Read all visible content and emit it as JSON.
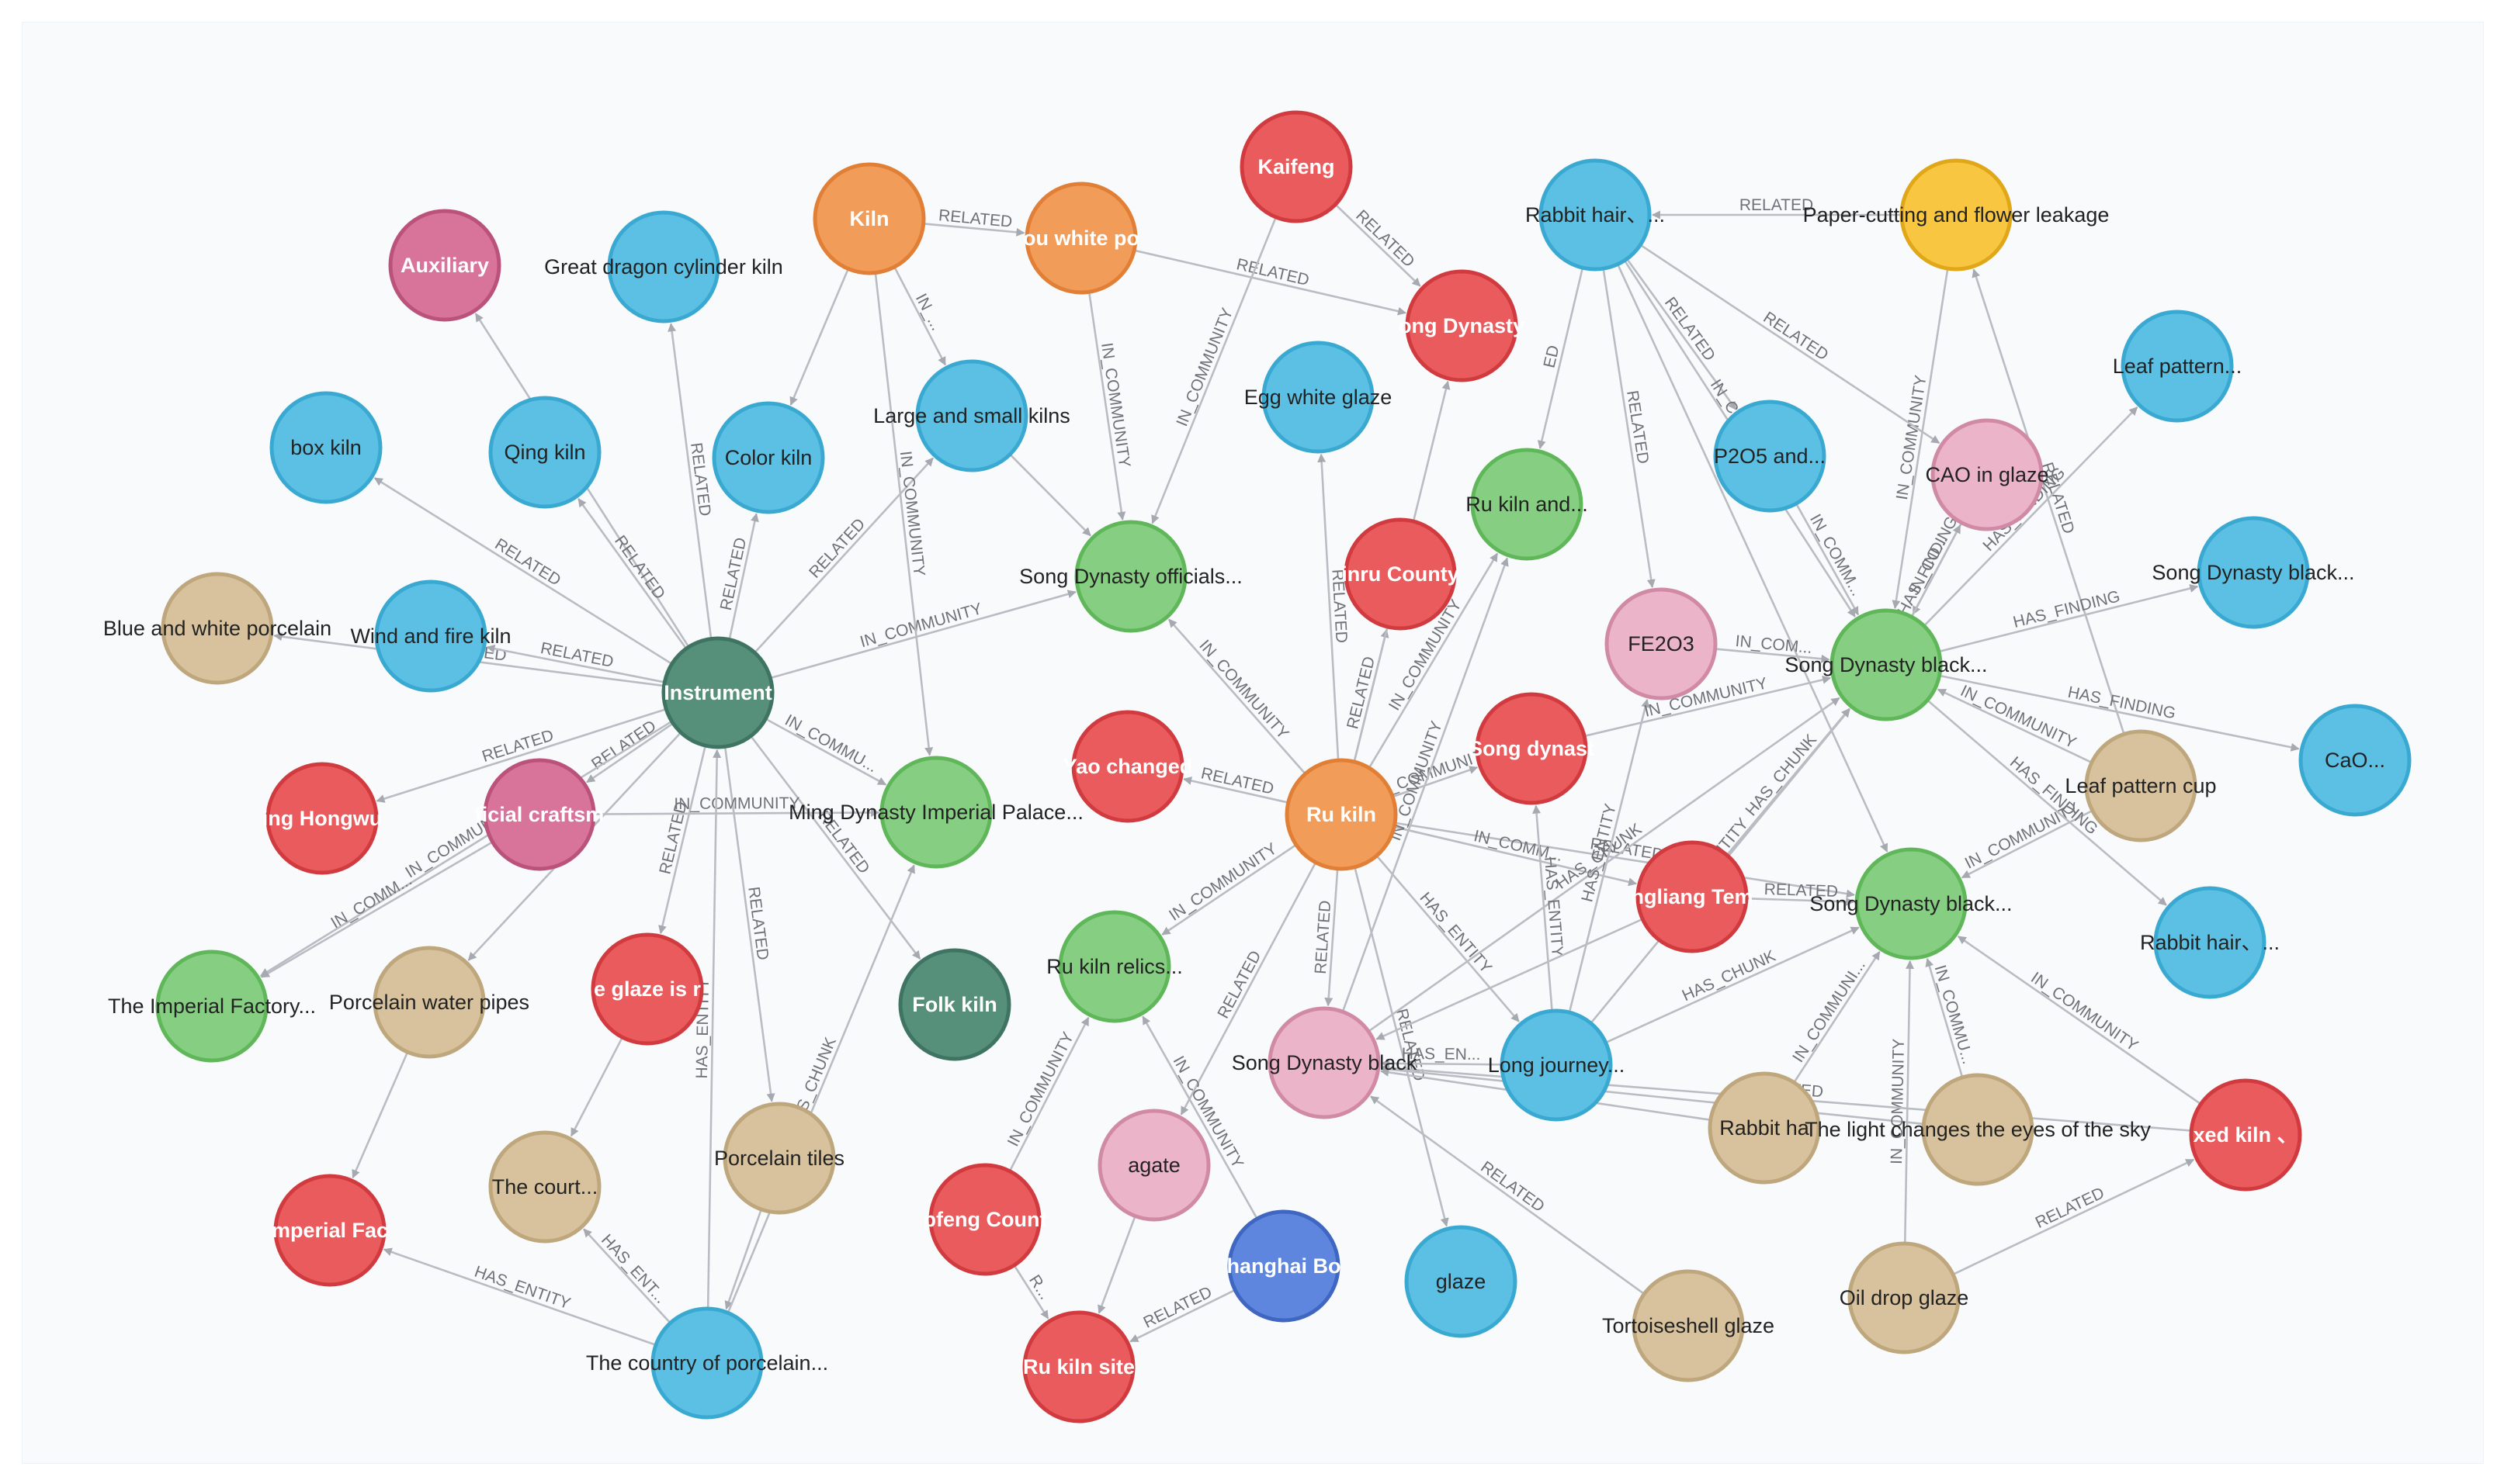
{
  "colors": {
    "red": {
      "fill": "#ea5b5d",
      "stroke": "#d13b3f"
    },
    "blue": {
      "fill": "#5bc0e3",
      "stroke": "#3aa9d2"
    },
    "green": {
      "fill": "#86cf82",
      "stroke": "#5fb75a"
    },
    "tan": {
      "fill": "#d8c29d",
      "stroke": "#bea67d"
    },
    "orange": {
      "fill": "#f29c5a",
      "stroke": "#e07f35"
    },
    "pink": {
      "fill": "#ecb4c8",
      "stroke": "#d18aa4"
    },
    "magenta": {
      "fill": "#d8739a",
      "stroke": "#bb527b"
    },
    "darkgreen": {
      "fill": "#57907a",
      "stroke": "#3f7462"
    },
    "yellow": {
      "fill": "#f8c640",
      "stroke": "#e0a818"
    },
    "navy": {
      "fill": "#5e86de",
      "stroke": "#3f67c2"
    }
  },
  "nodes": [
    {
      "id": "instrument",
      "label": "Instrument",
      "color": "darkgreen",
      "label_inside": true
    },
    {
      "id": "auxiliary",
      "label": "Auxiliary",
      "color": "magenta",
      "label_inside": true
    },
    {
      "id": "great_dragon",
      "label": "Great dragon cylinder kiln",
      "color": "blue",
      "label_inside": false
    },
    {
      "id": "box_kiln",
      "label": "box kiln",
      "color": "blue",
      "label_inside": false
    },
    {
      "id": "qing_kiln",
      "label": "Qing kiln",
      "color": "blue",
      "label_inside": false
    },
    {
      "id": "color_kiln",
      "label": "Color kiln",
      "color": "blue",
      "label_inside": false
    },
    {
      "id": "kiln",
      "label": "Kiln",
      "color": "orange",
      "label_inside": true
    },
    {
      "id": "ou_white",
      "label": "ou white po",
      "color": "orange",
      "label_inside": true
    },
    {
      "id": "large_small",
      "label": "Large and small kilns",
      "color": "blue",
      "label_inside": false
    },
    {
      "id": "blue_white",
      "label": "Blue and white porcelain",
      "color": "tan",
      "label_inside": false
    },
    {
      "id": "wind_fire",
      "label": "Wind and fire kiln",
      "color": "blue",
      "label_inside": false
    },
    {
      "id": "hongwu",
      "label": "ing Hongwu",
      "color": "red",
      "label_inside": true
    },
    {
      "id": "official_crafts",
      "label": "ficial craftsm",
      "color": "magenta",
      "label_inside": true
    },
    {
      "id": "imperial_factory",
      "label": "The Imperial Factory...",
      "color": "green",
      "label_inside": false
    },
    {
      "id": "water_pipes",
      "label": "Porcelain water pipes",
      "color": "tan",
      "label_inside": false
    },
    {
      "id": "glaze_is",
      "label": "e glaze is r",
      "color": "red",
      "label_inside": true
    },
    {
      "id": "ming_palace",
      "label": "Ming Dynasty Imperial Palace...",
      "color": "green",
      "label_inside": false
    },
    {
      "id": "folk_kiln",
      "label": "Folk kiln",
      "color": "darkgreen",
      "label_inside": true
    },
    {
      "id": "the_court",
      "label": "The court...",
      "color": "tan",
      "label_inside": false
    },
    {
      "id": "porcelain_tiles",
      "label": "Porcelain tiles",
      "color": "tan",
      "label_inside": false
    },
    {
      "id": "imperial_fac",
      "label": "mperial Fac",
      "color": "red",
      "label_inside": true
    },
    {
      "id": "country_porcelain",
      "label": "The country of porcelain...",
      "color": "blue",
      "label_inside": false
    },
    {
      "id": "kaifeng",
      "label": "Kaifeng",
      "color": "red",
      "label_inside": true
    },
    {
      "id": "song_dynasty_red",
      "label": "ong Dynasty",
      "color": "red",
      "label_inside": true
    },
    {
      "id": "egg_white",
      "label": "Egg white glaze",
      "color": "blue",
      "label_inside": false
    },
    {
      "id": "song_officials",
      "label": "Song Dynasty officials...",
      "color": "green",
      "label_inside": false
    },
    {
      "id": "linru_county",
      "label": "inru County",
      "color": "red",
      "label_inside": true
    },
    {
      "id": "ru_kiln_and",
      "label": "Ru kiln and...",
      "color": "green",
      "label_inside": false
    },
    {
      "id": "yao_changed",
      "label": "Yao changed",
      "color": "red",
      "label_inside": true
    },
    {
      "id": "ru_kiln",
      "label": "Ru kiln",
      "color": "orange",
      "label_inside": true
    },
    {
      "id": "song_dynast_red2",
      "label": "Song dynast",
      "color": "red",
      "label_inside": true
    },
    {
      "id": "ru_relics",
      "label": "Ru kiln relics...",
      "color": "green",
      "label_inside": false
    },
    {
      "id": "agate",
      "label": "agate",
      "color": "pink",
      "label_inside": false
    },
    {
      "id": "jiafeng_county",
      "label": "pfeng Count",
      "color": "red",
      "label_inside": true
    },
    {
      "id": "ru_kiln_site",
      "label": "Ru kiln site",
      "color": "red",
      "label_inside": true
    },
    {
      "id": "shanghai",
      "label": "hanghai Bo",
      "color": "navy",
      "label_inside": true
    },
    {
      "id": "song_black_pink",
      "label": "Song Dynasty black",
      "color": "pink",
      "label_inside": false
    },
    {
      "id": "long_journey",
      "label": "Long journey...",
      "color": "blue",
      "label_inside": false
    },
    {
      "id": "glaze",
      "label": "glaze",
      "color": "blue",
      "label_inside": false
    },
    {
      "id": "rabbit_hair_tan",
      "label": "Rabbit ha",
      "color": "tan",
      "label_inside": false
    },
    {
      "id": "light_changes",
      "label": "The light changes the eyes of the sky",
      "color": "tan",
      "label_inside": false
    },
    {
      "id": "tortoiseshell",
      "label": "Tortoiseshell glaze",
      "color": "tan",
      "label_inside": false
    },
    {
      "id": "oil_drop",
      "label": "Oil drop glaze",
      "color": "tan",
      "label_inside": false
    },
    {
      "id": "mixed_kiln",
      "label": "xed kiln 、",
      "color": "red",
      "label_inside": true
    },
    {
      "id": "rabbit_hair1",
      "label": "Rabbit hair、...",
      "color": "blue",
      "label_inside": false
    },
    {
      "id": "paper_cutting",
      "label": "Paper-cutting and flower leakage",
      "color": "yellow",
      "label_inside": false
    },
    {
      "id": "leaf_pattern1",
      "label": "Leaf pattern...",
      "color": "blue",
      "label_inside": false
    },
    {
      "id": "p2o5",
      "label": "P2O5 and...",
      "color": "blue",
      "label_inside": false
    },
    {
      "id": "cao_glaze",
      "label": "CAO in glaze",
      "color": "pink",
      "label_inside": false
    },
    {
      "id": "fe2o3",
      "label": "FE2O3",
      "color": "pink",
      "label_inside": false
    },
    {
      "id": "song_black_green1",
      "label": "Song Dynasty black...",
      "color": "green",
      "label_inside": false
    },
    {
      "id": "song_black_blue",
      "label": "Song Dynasty black...",
      "color": "blue",
      "label_inside": false
    },
    {
      "id": "cao2",
      "label": "CaO...",
      "color": "blue",
      "label_inside": false
    },
    {
      "id": "leaf_cup",
      "label": "Leaf pattern cup",
      "color": "tan",
      "label_inside": false
    },
    {
      "id": "jingliang",
      "label": "ngliang Tem",
      "color": "red",
      "label_inside": true
    },
    {
      "id": "song_black_green2",
      "label": "Song Dynasty black...",
      "color": "green",
      "label_inside": false
    },
    {
      "id": "rabbit_hair2",
      "label": "Rabbit hair、...",
      "color": "blue",
      "label_inside": false
    }
  ],
  "edges": [
    {
      "from": "instrument",
      "to": "auxiliary",
      "label": ""
    },
    {
      "from": "instrument",
      "to": "great_dragon",
      "label": "RELATED"
    },
    {
      "from": "instrument",
      "to": "box_kiln",
      "label": "RELATED"
    },
    {
      "from": "instrument",
      "to": "qing_kiln",
      "label": "RELATED"
    },
    {
      "from": "instrument",
      "to": "color_kiln",
      "label": "RELATED"
    },
    {
      "from": "instrument",
      "to": "large_small",
      "label": "RELATED"
    },
    {
      "from": "instrument",
      "to": "blue_white",
      "label": "RELATED"
    },
    {
      "from": "instrument",
      "to": "wind_fire",
      "label": "RELATED"
    },
    {
      "from": "instrument",
      "to": "hongwu",
      "label": "RELATED"
    },
    {
      "from": "instrument",
      "to": "official_crafts",
      "label": "RELATED"
    },
    {
      "from": "instrument",
      "to": "imperial_factory",
      "label": "IN_COMMUNITY"
    },
    {
      "from": "instrument",
      "to": "water_pipes",
      "label": "RELATED"
    },
    {
      "from": "instrument",
      "to": "glaze_is",
      "label": "RELATED"
    },
    {
      "from": "instrument",
      "to": "ming_palace",
      "label": "IN_COMMU..."
    },
    {
      "from": "instrument",
      "to": "folk_kiln",
      "label": "RELATED"
    },
    {
      "from": "instrument",
      "to": "porcelain_tiles",
      "label": "RELATED"
    },
    {
      "from": "instrument",
      "to": "song_officials",
      "label": "IN_COMMUNITY"
    },
    {
      "from": "official_crafts",
      "to": "ming_palace",
      "label": "IN_COMMUNITY"
    },
    {
      "from": "official_crafts",
      "to": "imperial_factory",
      "label": "IN_COMM..."
    },
    {
      "from": "water_pipes",
      "to": "imperial_fac",
      "label": ""
    },
    {
      "from": "glaze_is",
      "to": "the_court",
      "label": ""
    },
    {
      "from": "porcelain_tiles",
      "to": "country_porcelain",
      "label": ""
    },
    {
      "from": "country_porcelain",
      "to": "imperial_fac",
      "label": "HAS_ENTITY"
    },
    {
      "from": "country_porcelain",
      "to": "the_court",
      "label": "HAS_ENT..."
    },
    {
      "from": "country_porcelain",
      "to": "instrument",
      "label": "HAS_ENTITY"
    },
    {
      "from": "country_porcelain",
      "to": "ming_palace",
      "label": "HAS_CHUNK"
    },
    {
      "from": "kiln",
      "to": "color_kiln",
      "label": ""
    },
    {
      "from": "kiln",
      "to": "ou_white",
      "label": "RELATED"
    },
    {
      "from": "kiln",
      "to": "large_small",
      "label": "IN_..."
    },
    {
      "from": "kiln",
      "to": "ming_palace",
      "label": "IN_COMMUNITY"
    },
    {
      "from": "ou_white",
      "to": "song_dynasty_red",
      "label": "RELATED"
    },
    {
      "from": "ou_white",
      "to": "song_officials",
      "label": "IN_COMMUNITY"
    },
    {
      "from": "large_small",
      "to": "song_officials",
      "label": ""
    },
    {
      "from": "kaifeng",
      "to": "song_dynasty_red",
      "label": "RELATED"
    },
    {
      "from": "kaifeng",
      "to": "song_officials",
      "label": "IN_COMMUNITY"
    },
    {
      "from": "ru_kiln",
      "to": "song_officials",
      "label": "IN_COMMUNITY"
    },
    {
      "from": "ru_kiln",
      "to": "egg_white",
      "label": "RELATED"
    },
    {
      "from": "ru_kiln",
      "to": "linru_county",
      "label": "RELATED"
    },
    {
      "from": "ru_kiln",
      "to": "song_dynasty_red",
      "label": "RELATED"
    },
    {
      "from": "ru_kiln",
      "to": "ru_kiln_and",
      "label": "IN_COMMUNITY"
    },
    {
      "from": "ru_kiln",
      "to": "yao_changed",
      "label": "RELATED"
    },
    {
      "from": "ru_kiln",
      "to": "ru_relics",
      "label": "IN_COMMUNITY"
    },
    {
      "from": "ru_kiln",
      "to": "song_black_pink",
      "label": "RELATED"
    },
    {
      "from": "ru_kiln",
      "to": "agate",
      "label": "RELATED"
    },
    {
      "from": "ru_kiln",
      "to": "glaze",
      "label": "RELATED"
    },
    {
      "from": "ru_kiln",
      "to": "long_journey",
      "label": "HAS_ENTITY"
    },
    {
      "from": "ru_kiln",
      "to": "song_black_green2",
      "label": "RELATED"
    },
    {
      "from": "ru_kiln",
      "to": "jingliang",
      "label": "IN_COMM..."
    },
    {
      "from": "ru_kiln",
      "to": "song_dynast_red2",
      "label": "IN_COMMUNITY"
    },
    {
      "from": "jiafeng_county",
      "to": "ru_relics",
      "label": "IN_COMMUNITY"
    },
    {
      "from": "jiafeng_county",
      "to": "ru_kiln_site",
      "label": "R..."
    },
    {
      "from": "agate",
      "to": "ru_kiln_site",
      "label": ""
    },
    {
      "from": "shanghai",
      "to": "ru_kiln_site",
      "label": "RELATED"
    },
    {
      "from": "shanghai",
      "to": "ru_relics",
      "label": "IN_COMMUNITY"
    },
    {
      "from": "song_black_pink",
      "to": "ru_kiln_and",
      "label": "IN_COMMUNITY"
    },
    {
      "from": "song_black_pink",
      "to": "song_black_green1",
      "label": "HAS_CHUNK"
    },
    {
      "from": "long_journey",
      "to": "song_black_pink",
      "label": "HAS_EN..."
    },
    {
      "from": "long_journey",
      "to": "song_black_green2",
      "label": "HAS_CHUNK"
    },
    {
      "from": "long_journey",
      "to": "fe2o3",
      "label": "HAS_ENTITY"
    },
    {
      "from": "long_journey",
      "to": "song_dynast_red2",
      "label": "HAS_ENTITY"
    },
    {
      "from": "long_journey",
      "to": "song_black_green1",
      "label": "HAS_ENTITY"
    },
    {
      "from": "song_dynast_red2",
      "to": "song_black_green1",
      "label": "IN_COMMUNITY"
    },
    {
      "from": "rabbit_hair_tan",
      "to": "song_black_pink",
      "label": "RELATED"
    },
    {
      "from": "rabbit_hair_tan",
      "to": "song_black_green2",
      "label": "IN_COMMUNI..."
    },
    {
      "from": "light_changes",
      "to": "song_black_pink",
      "label": ""
    },
    {
      "from": "light_changes",
      "to": "song_black_green2",
      "label": "IN_COMMU..."
    },
    {
      "from": "tortoiseshell",
      "to": "song_black_pink",
      "label": "RELATED"
    },
    {
      "from": "oil_drop",
      "to": "song_black_green2",
      "label": "IN_COMMUNITY"
    },
    {
      "from": "oil_drop",
      "to": "mixed_kiln",
      "label": "RELATED"
    },
    {
      "from": "mixed_kiln",
      "to": "song_black_pink",
      "label": "RELATED"
    },
    {
      "from": "mixed_kiln",
      "to": "song_black_green2",
      "label": "IN_COMMUNITY"
    },
    {
      "from": "paper_cutting",
      "to": "rabbit_hair1",
      "label": "RELATED"
    },
    {
      "from": "paper_cutting",
      "to": "song_black_green1",
      "label": "IN_COMMUNITY"
    },
    {
      "from": "rabbit_hair1",
      "to": "ru_kiln_and",
      "label": "ED"
    },
    {
      "from": "rabbit_hair1",
      "to": "fe2o3",
      "label": "RELATED"
    },
    {
      "from": "rabbit_hair1",
      "to": "p2o5",
      "label": "RELATED"
    },
    {
      "from": "rabbit_hair1",
      "to": "cao_glaze",
      "label": "RELATED"
    },
    {
      "from": "rabbit_hair1",
      "to": "song_black_green1",
      "label": "IN_COMMUNITY"
    },
    {
      "from": "rabbit_hair1",
      "to": "song_black_green2",
      "label": ""
    },
    {
      "from": "leaf_cup",
      "to": "paper_cutting",
      "label": "RELATED"
    },
    {
      "from": "leaf_cup",
      "to": "song_black_green1",
      "label": "IN_COMMUNITY"
    },
    {
      "from": "leaf_cup",
      "to": "song_black_green2",
      "label": "IN_COMMUNITY"
    },
    {
      "from": "p2o5",
      "to": "song_black_green1",
      "label": "IN_COMM..."
    },
    {
      "from": "fe2o3",
      "to": "song_black_green1",
      "label": "IN_COM..."
    },
    {
      "from": "cao_glaze",
      "to": "song_black_green1",
      "label": "IN_CO..."
    },
    {
      "from": "song_black_green1",
      "to": "leaf_pattern1",
      "label": "HAS_FINDING"
    },
    {
      "from": "song_black_green1",
      "to": "song_black_blue",
      "label": "HAS_FINDING"
    },
    {
      "from": "song_black_green1",
      "to": "cao2",
      "label": "HAS_FINDING"
    },
    {
      "from": "song_black_green1",
      "to": "rabbit_hair2",
      "label": "HAS_FINDING"
    },
    {
      "from": "song_black_green1",
      "to": "cao_glaze",
      "label": "HAS_FINDING"
    },
    {
      "from": "jingliang",
      "to": "song_black_green1",
      "label": "HAS_CHUNK"
    },
    {
      "from": "jingliang",
      "to": "song_black_pink",
      "label": ""
    },
    {
      "from": "jingliang",
      "to": "song_black_green2",
      "label": "RELATED"
    }
  ]
}
